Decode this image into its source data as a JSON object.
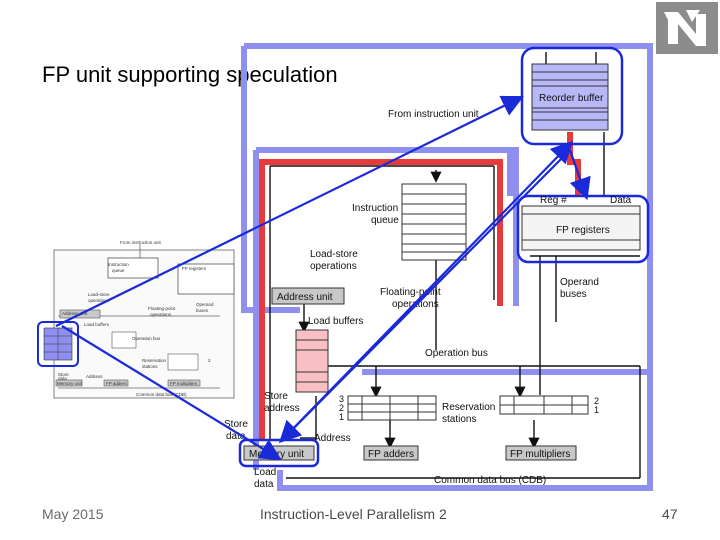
{
  "slide": {
    "title": "FP unit supporting speculation",
    "footer_date": "May 2015",
    "footer_course": "Instruction-Level Parallelism 2",
    "page_number": "47"
  },
  "colors": {
    "blue_highlight": "#8f8ff0",
    "red_path": "#e83a3a",
    "arrow_blue": "#1a2ad8",
    "unit_fill": "#c8c8c8",
    "rob_fill": "#b8b8f8",
    "buffer_fill": "#f8c0c4"
  },
  "diagram": {
    "reorder_buffer": "Reorder buffer",
    "from_instruction_unit": "From instruction unit",
    "reg_num": "Reg #",
    "data": "Data",
    "instruction_queue_l1": "Instruction",
    "instruction_queue_l2": "queue",
    "fp_registers": "FP registers",
    "load_store_l1": "Load-store",
    "load_store_l2": "operations",
    "address_unit": "Address unit",
    "floating_point_l1": "Floating-point",
    "floating_point_l2": "operations",
    "operand_buses_l1": "Operand",
    "operand_buses_l2": "buses",
    "load_buffers": "Load buffers",
    "operation_bus": "Operation bus",
    "store_address_l1": "Store",
    "store_address_l2": "address",
    "store_data_l1": "Store",
    "store_data_l2": "data",
    "address": "Address",
    "reservation_stations_l1": "Reservation",
    "reservation_stations_l2": "stations",
    "rs_3": "3",
    "rs_2": "2",
    "rs_1": "1",
    "rs_right_2": "2",
    "rs_right_1": "1",
    "memory_unit": "Memory unit",
    "fp_adders": "FP adders",
    "fp_multipliers": "FP multipliers",
    "load_data_l1": "Load",
    "load_data_l2": "data",
    "cdb": "Common data bus (CDB)"
  },
  "thumbnail": {
    "from_instruction_unit": "From instruction unit",
    "instruction_queue_l1": "Instruction",
    "instruction_queue_l2": "queue",
    "fp_registers": "FP registers",
    "load_store_l1": "Load-store",
    "load_store_l2": "operations",
    "address_unit": "Address unit",
    "load_buffers": "Load buffers",
    "floating_point_l1": "Floating-point",
    "floating_point_l2": "operations",
    "operand_l1": "Operand",
    "operand_l2": "buses",
    "operation_bus": "Operation bus",
    "reservation_l1": "Reservation",
    "reservation_l2": "stations",
    "store_l1": "Store",
    "store_l2": "data",
    "address": "Address",
    "memory_unit": "Memory unit",
    "fp_adders": "FP adders",
    "fp_multipliers": "FP multipliers",
    "cdb": "Common data bus (CDB)",
    "rs_2": "2"
  }
}
